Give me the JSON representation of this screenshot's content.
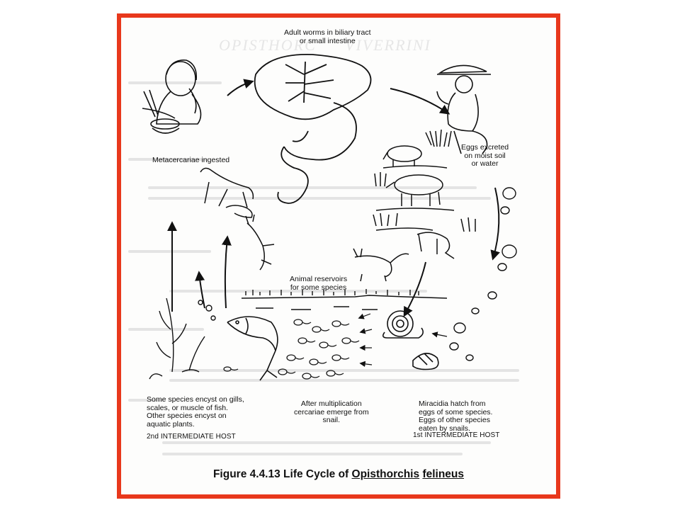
{
  "figure": {
    "caption_prefix": "Figure 4.4.13  Life Cycle of ",
    "caption_genus": "Opisthorchis",
    "caption_species": "felineus"
  },
  "watermark": {
    "word1": "OPISTHORC",
    "word2": "VIVERRINI"
  },
  "labels": {
    "adult_line1": "Adult worms in biliary tract",
    "adult_line2": "or small intestine",
    "metacercariae": "Metacercariae ingested",
    "eggs_line1": "Eggs excreted",
    "eggs_line2": "on moist soil",
    "eggs_line3": "or water",
    "reservoirs_line1": "Animal reservoirs",
    "reservoirs_line2": "for some species",
    "encyst_line1": "Some species encyst on gills,",
    "encyst_line2": "scales, or muscle of fish.",
    "encyst_line3": "Other species encyst on",
    "encyst_line4": "aquatic plants.",
    "second_host": "2nd INTERMEDIATE HOST",
    "cercariae_line1": "After multiplication",
    "cercariae_line2": "cercariae emerge from",
    "cercariae_line3": "snail.",
    "miracidia_line1": "Miracidia hatch from",
    "miracidia_line2": "eggs of some species.",
    "miracidia_line3": "Eggs of other species",
    "miracidia_line4": "eaten by snails.",
    "first_host": "1st INTERMEDIATE HOST"
  },
  "colors": {
    "frame_border": "#e8381c",
    "ink": "#111111"
  }
}
